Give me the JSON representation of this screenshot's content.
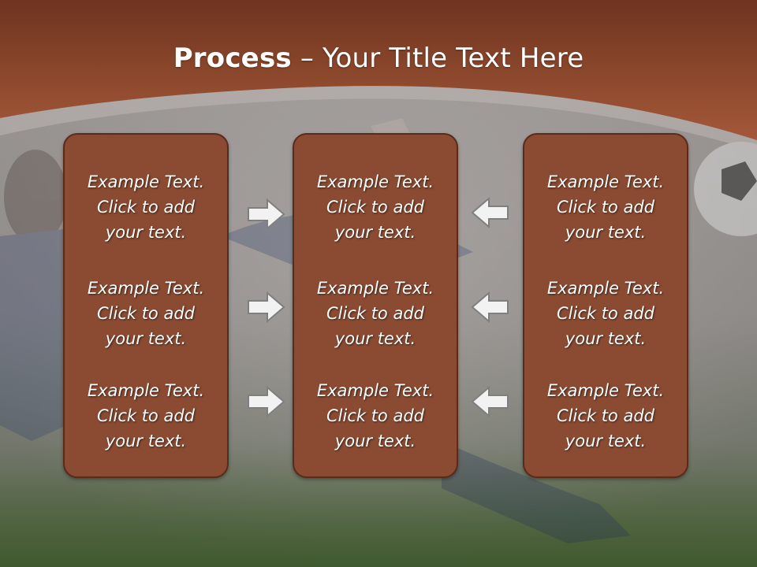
{
  "slide": {
    "title_bold": "Process",
    "title_rest": " – Your Title Text Here",
    "columns": [
      {
        "items": [
          "Example Text.\nClick  to add\nyour text.",
          "Example Text.\nClick  to add\nyour text.",
          "Example Text.\nClick  to add\nyour text."
        ]
      },
      {
        "items": [
          "Example Text.\nClick  to add\nyour text.",
          "Example Text.\nClick  to add\nyour text.",
          "Example Text.\nClick  to add\nyour text."
        ]
      },
      {
        "items": [
          "Example Text.\nClick  to add\nyour text.",
          "Example Text.\nClick  to add\nyour text.",
          "Example Text.\nClick  to add\nyour text."
        ]
      }
    ],
    "arrows": {
      "left_group": [
        "right-arrow-icon",
        "right-arrow-icon",
        "right-arrow-icon"
      ],
      "right_group": [
        "left-arrow-icon",
        "left-arrow-icon",
        "left-arrow-icon"
      ]
    }
  },
  "colors": {
    "header": "#7a3a22",
    "box_fill": "#8a4b32",
    "box_border": "#5b2b19",
    "arrow_fill": "#f2f2f2",
    "arrow_stroke": "#7f7f7f"
  }
}
